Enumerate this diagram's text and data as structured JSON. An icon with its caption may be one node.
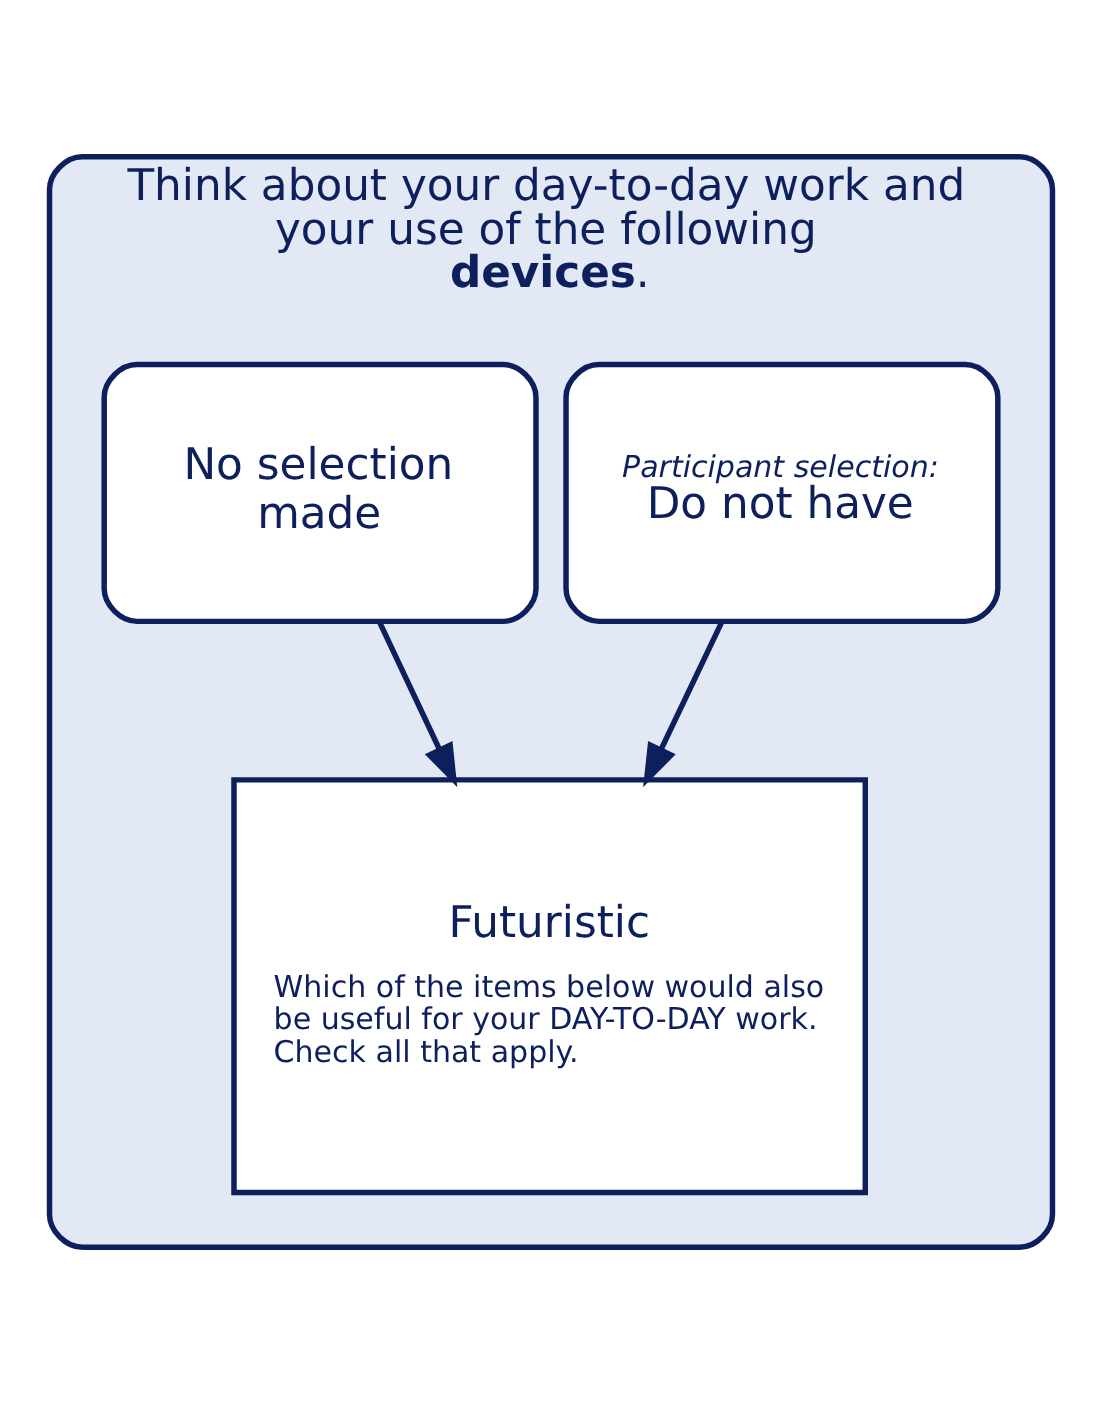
{
  "diagram": {
    "nodes": [
      {
        "text": [
          "Think about your day-to-day work and your use of the following **devices**."
        ]
      },
      {
        "text": [
          "Participant selection:",
          "Do not have"
        ],
        "in": 0
      },
      {
        "text": [
          "No selection made"
        ],
        "in": 0
      },
      {
        "text": [
          "Futuristic",
          "Which of the items below would also be useful for your DAY-TO-DAY work. Check all that apply."
        ],
        "in": 0
      }
    ],
    "edges": [
      {
        "from": 1,
        "to": 3,
        "arrow": "to"
      },
      {
        "from": 2,
        "to": 3,
        "arrow": "to"
      }
    ]
  }
}
